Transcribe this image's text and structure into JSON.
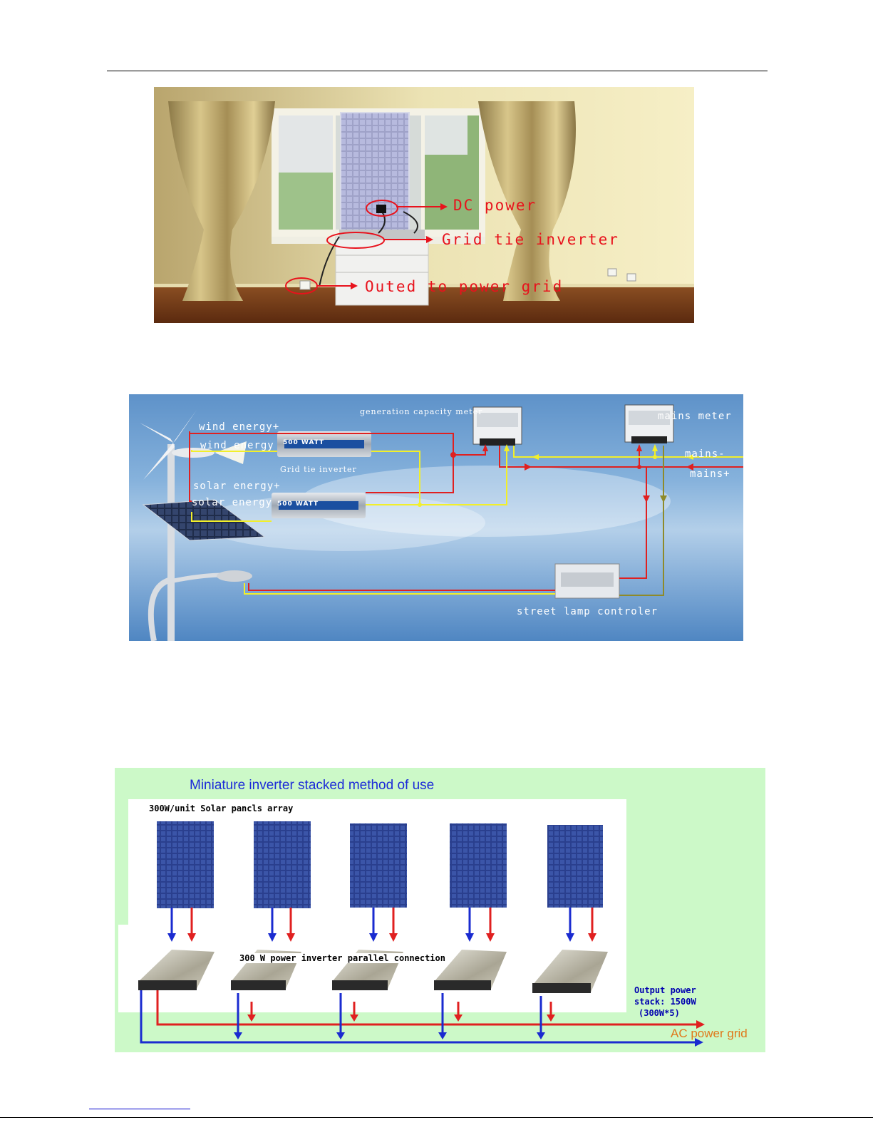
{
  "figure1": {
    "labels": {
      "dc_power": "DC power",
      "grid_tie_inverter": "Grid tie inverter",
      "outed_to_grid": "Outed to power grid"
    }
  },
  "figure2": {
    "labels": {
      "generation_meter": "generation capacity meter",
      "mains_meter": "mains meter",
      "wind_plus": "wind energy+",
      "wind": "wind energy",
      "grid_tie_inverter": "Grid tie inverter",
      "solar_plus": "solar energy+",
      "solar": "solar energy",
      "mains_minus": "mains-",
      "mains_plus": "mains+",
      "street_lamp_controller": "street lamp controler"
    },
    "inverter_badge": "500 WATT"
  },
  "figure3": {
    "title": "Miniature inverter stacked method of use",
    "array_label": "300W/unit Solar pancls array",
    "parallel_label": "300 W power inverter parallel connection",
    "output_line1": "Output power",
    "output_line2": "stack: 1500W",
    "output_line3": "(300W*5)",
    "ac_grid": "AC power grid"
  },
  "colors": {
    "label_red": "#e8121c",
    "wire_red": "#e02020",
    "wire_yellow": "#f2ef2a",
    "wire_blue": "#1a2bd0",
    "title_blue": "#1c2bd8",
    "grid_orange": "#e0781a",
    "green_bg": "#ccf9c8"
  }
}
